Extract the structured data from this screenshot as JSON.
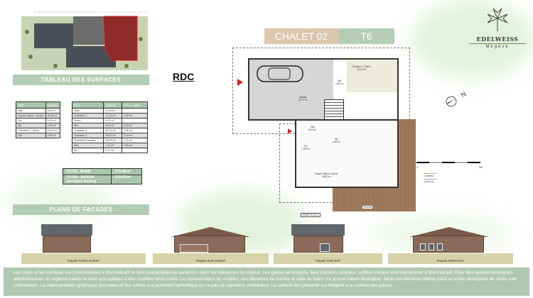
{
  "header": {
    "chalet": "CHALET 02",
    "type": "T6",
    "level": "RDC"
  },
  "logo": {
    "name": "EDELWEISS",
    "place": "Megève"
  },
  "sections": {
    "surfaces": "TABLEAU DES SURFACES",
    "facades": "PLANS DE FACADES"
  },
  "table": {
    "rdc_headers": [
      "RDC",
      "Surface"
    ],
    "r1_headers": [
      "R+1",
      "Surface",
      "inf. à 1.80m"
    ],
    "rdc_rows": [
      [
        "Hall",
        "6,02 m²"
      ],
      [
        "Espace Séjour-Cuisine",
        "48,83 m²"
      ],
      [
        "Cel.",
        "2,09 m²"
      ],
      [
        "Wc",
        "1,83 m²"
      ],
      [
        "Chambre 1 / Salon",
        "13,01 m²"
      ],
      [
        "Sde",
        "2,59 m²"
      ]
    ],
    "r1_rows": [
      [
        "Dégt",
        "11,45 m²",
        ""
      ],
      [
        "Chambre 2",
        "17,13 m²",
        "1,30 m²"
      ],
      [
        "Dress",
        "4,27 m²",
        ""
      ],
      [
        "Sde",
        "4,83 m²",
        "0,59 m²"
      ],
      [
        "Chambre 3",
        "16,79 m²",
        "1,90 m²"
      ],
      [
        "Chambre 4",
        "18,62 m²",
        "2,10 m²"
      ],
      [
        "Chambre 5 master",
        "18,00 m²",
        "1,40 m²"
      ],
      [
        "Sdb",
        "7,11 m²",
        "0,89 m²"
      ],
      [
        "Wc",
        "1,17 m²",
        ""
      ]
    ]
  },
  "totals": {
    "shab_label": "TOTAL SHAB",
    "shab_value": "173,46m²",
    "jardin_label": "TOTAL JARDIN",
    "jardin_sub": "(terrasse inclus)",
    "jardin_value": "339,05m²"
  },
  "plan": {
    "rooms": {
      "garage": "Garage",
      "garage_area": "25,70 m²",
      "chambre": "Chambre 1 / Salon",
      "chambre_area": "13,01 m²",
      "sde": "Sde",
      "sde_area": "2,59 m²",
      "hall": "Hall",
      "hall_area": "6,02 m²",
      "wc": "Wc",
      "wc_area": "1,83 m²",
      "cel": "Cel.",
      "cel_area": "2,09 m²",
      "sejour": "Espace Séjour-Cuisine",
      "sejour_area": "48,83 m²"
    },
    "shab": "SHAB 74,33 m²",
    "terrasse": "Terrasse",
    "compass": "N",
    "scale_start": "0",
    "scale_end": "5m",
    "legend": [
      {
        "label": "LAMBRIS",
        "color": "#d9a57c"
      },
      {
        "label": "FAIENCE",
        "color": "#9a9ce0"
      }
    ]
  },
  "facades": [
    "Façade NORD-OUEST",
    "Façade SUD-OUEST",
    "Façade SUD-EST",
    "Façade NORD-EST"
  ],
  "footer": "Les cotes et les surfaces sont mentionnées à titre indicatif et sont susceptibles de variations dans les tolérances du contrat. Les gaines techniques, faux plafonds, poteaux, soffites connus sont mentionnés à titre indicatif. Pour des raisons techniques, administratives ou réglementaires ils sont susceptibles d'être modifiés et/ou créés. La représentation du mobilier, des éléments de cuisine et salle de bains n'a qu'une valeur illustrative. Seuls les éléments définis dans la notice descriptive de vente sont contractuels. La représentation graphique des haies et des arbres est purement symbolique et n'a pas de caractère contractuel. La surface des placards est intégrée à la surface des pièces.",
  "colors": {
    "green": "#b3cdb5",
    "tan": "#dcc6ad",
    "footer": "#afc9b1",
    "terrace": "#a47d5f"
  }
}
